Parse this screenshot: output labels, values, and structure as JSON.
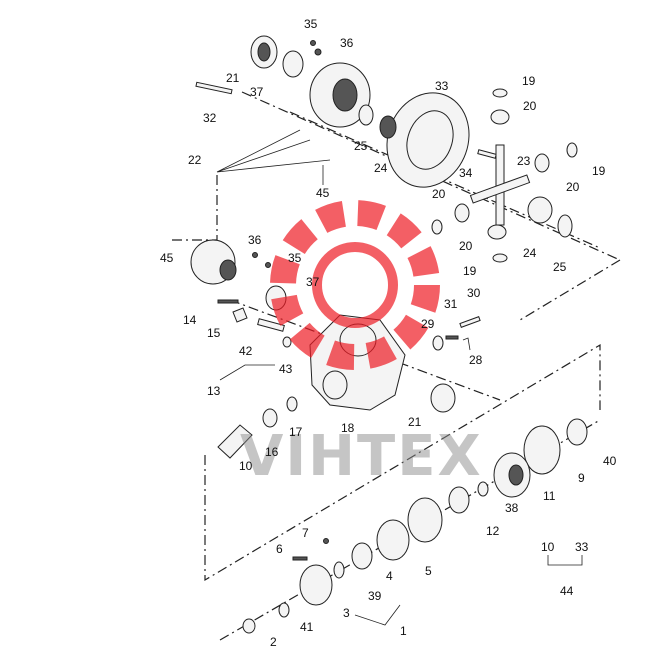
{
  "labels": [
    {
      "id": "35a",
      "text": "35"
    },
    {
      "id": "36a",
      "text": "36"
    },
    {
      "id": "21a",
      "text": "21"
    },
    {
      "id": "37a",
      "text": "37"
    },
    {
      "id": "32",
      "text": "32"
    },
    {
      "id": "33",
      "text": "33"
    },
    {
      "id": "19a",
      "text": "19"
    },
    {
      "id": "20a",
      "text": "20"
    },
    {
      "id": "25a",
      "text": "25"
    },
    {
      "id": "24a",
      "text": "24"
    },
    {
      "id": "34",
      "text": "34"
    },
    {
      "id": "23",
      "text": "23"
    },
    {
      "id": "19b",
      "text": "19"
    },
    {
      "id": "20b",
      "text": "20"
    },
    {
      "id": "22",
      "text": "22"
    },
    {
      "id": "45a",
      "text": "45"
    },
    {
      "id": "20c",
      "text": "20"
    },
    {
      "id": "20d",
      "text": "20"
    },
    {
      "id": "24b",
      "text": "24"
    },
    {
      "id": "25b",
      "text": "25"
    },
    {
      "id": "19c",
      "text": "19"
    },
    {
      "id": "36b",
      "text": "36"
    },
    {
      "id": "35b",
      "text": "35"
    },
    {
      "id": "45b",
      "text": "45"
    },
    {
      "id": "37b",
      "text": "37"
    },
    {
      "id": "31",
      "text": "31"
    },
    {
      "id": "30",
      "text": "30"
    },
    {
      "id": "14",
      "text": "14"
    },
    {
      "id": "15",
      "text": "15"
    },
    {
      "id": "29",
      "text": "29"
    },
    {
      "id": "42",
      "text": "42"
    },
    {
      "id": "28",
      "text": "28"
    },
    {
      "id": "43",
      "text": "43"
    },
    {
      "id": "13",
      "text": "13"
    },
    {
      "id": "21b",
      "text": "21"
    },
    {
      "id": "17",
      "text": "17"
    },
    {
      "id": "18",
      "text": "18"
    },
    {
      "id": "16",
      "text": "16"
    },
    {
      "id": "10a",
      "text": "10"
    },
    {
      "id": "40",
      "text": "40"
    },
    {
      "id": "9",
      "text": "9"
    },
    {
      "id": "11",
      "text": "11"
    },
    {
      "id": "38",
      "text": "38"
    },
    {
      "id": "12",
      "text": "12"
    },
    {
      "id": "7",
      "text": "7"
    },
    {
      "id": "6",
      "text": "6"
    },
    {
      "id": "4",
      "text": "4"
    },
    {
      "id": "5",
      "text": "5"
    },
    {
      "id": "10b",
      "text": "10"
    },
    {
      "id": "33b",
      "text": "33"
    },
    {
      "id": "44",
      "text": "44"
    },
    {
      "id": "39",
      "text": "39"
    },
    {
      "id": "3",
      "text": "3"
    },
    {
      "id": "41",
      "text": "41"
    },
    {
      "id": "1",
      "text": "1"
    },
    {
      "id": "2",
      "text": "2"
    }
  ],
  "watermark": {
    "text": "VIHTEX",
    "gear_color": "#ee1c25",
    "text_color": "#8a8a8a"
  }
}
